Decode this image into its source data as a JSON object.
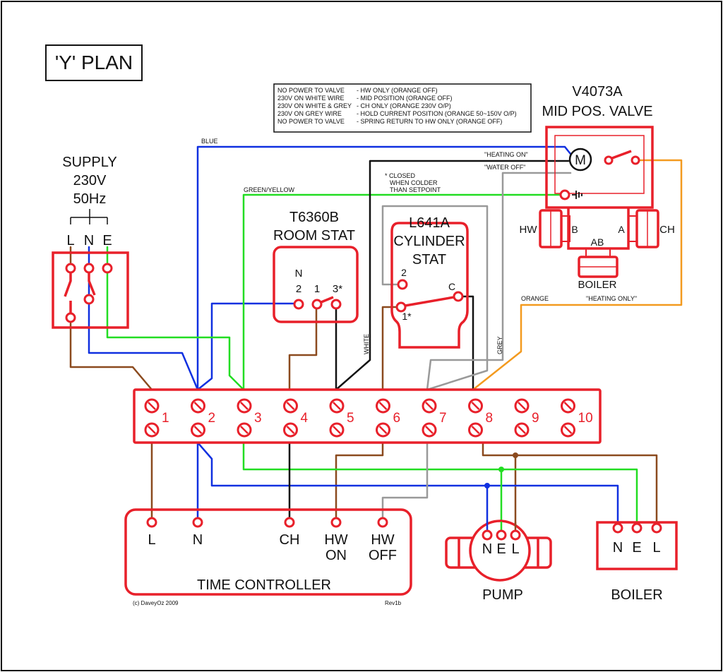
{
  "title": "'Y' PLAN",
  "legend": [
    {
      "condition": "NO POWER TO VALVE",
      "result": "- HW ONLY (ORANGE OFF)"
    },
    {
      "condition": "230V ON WHITE WIRE",
      "result": "- MID POSITION (ORANGE OFF)"
    },
    {
      "condition": "230V ON WHITE & GREY",
      "result": "- CH ONLY (ORANGE 230V O/P)"
    },
    {
      "condition": "230V ON GREY WIRE",
      "result": "- HOLD CURRENT POSITION (ORANGE 50~150V O/P)"
    },
    {
      "condition": "NO POWER TO VALVE",
      "result": "- SPRING RETURN TO HW ONLY (ORANGE OFF)"
    }
  ],
  "supply": {
    "line1": "SUPPLY",
    "line2": "230V",
    "line3": "50Hz",
    "L": "L",
    "N": "N",
    "E": "E"
  },
  "room_stat": {
    "model": "T6360B",
    "name": "ROOM STAT",
    "n": "N",
    "t2": "2",
    "t1": "1",
    "t3": "3*"
  },
  "cylinder_stat": {
    "model": "L641A",
    "name1": "CYLINDER",
    "name2": "STAT",
    "t2": "2",
    "tc": "C",
    "t1": "1*"
  },
  "closed_note": [
    "* CLOSED",
    "WHEN COLDER",
    "THAN SETPOINT"
  ],
  "valve": {
    "model": "V4073A",
    "name": "MID POS. VALVE",
    "motor": "M",
    "heating_on": "\"HEATING ON\"",
    "water_off": "\"WATER OFF\"",
    "hw": "HW",
    "ch": "CH",
    "b": "B",
    "a": "A",
    "ab": "AB",
    "boiler": "BOILER"
  },
  "wires": {
    "blue": "BLUE",
    "green_yellow": "GREEN/YELLOW",
    "white": "WHITE",
    "grey": "GREY",
    "orange": "ORANGE",
    "heating_only": "\"HEATING ONLY\""
  },
  "terminal_strip": [
    "1",
    "2",
    "3",
    "4",
    "5",
    "6",
    "7",
    "8",
    "9",
    "10"
  ],
  "time_controller": {
    "name": "TIME CONTROLLER",
    "l": "L",
    "n": "N",
    "ch": "CH",
    "hw_on_1": "HW",
    "hw_on_2": "ON",
    "hw_off_1": "HW",
    "hw_off_2": "OFF"
  },
  "pump": {
    "name": "PUMP",
    "n": "N",
    "e": "E",
    "l": "L"
  },
  "boiler": {
    "name": "BOILER",
    "n": "N",
    "e": "E",
    "l": "L"
  },
  "credit": "(c) DaveyOz 2009",
  "revision": "Rev1b",
  "colors": {
    "component": "#e8202a",
    "blue_wire": "#1030e0",
    "green_wire": "#22dd22",
    "brown_wire": "#8b4a1e",
    "black_wire": "#111111",
    "grey_wire": "#999999",
    "orange_wire": "#f39a1f"
  }
}
